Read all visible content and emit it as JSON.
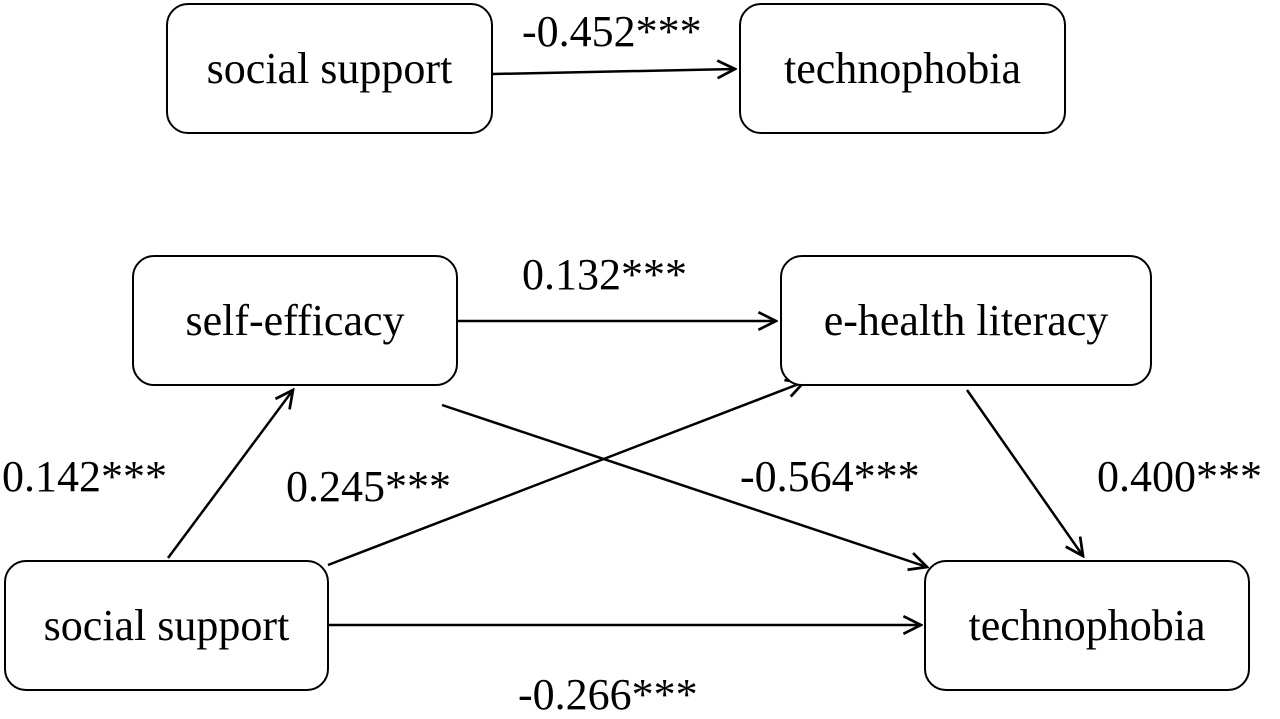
{
  "top_model": {
    "nodes": {
      "social_support": "social support",
      "technophobia": "technophobia"
    },
    "paths": [
      {
        "from": "social support",
        "to": "technophobia",
        "coefficient": "-0.452***"
      }
    ]
  },
  "mediation_model": {
    "nodes": {
      "self_efficacy": "self-efficacy",
      "e_health_literacy": "e-health literacy",
      "social_support": "social support",
      "technophobia": "technophobia"
    },
    "paths": [
      {
        "from": "self-efficacy",
        "to": "e-health literacy",
        "coefficient": "0.132***"
      },
      {
        "from": "social support",
        "to": "self-efficacy",
        "coefficient": "0.142***"
      },
      {
        "from": "social support",
        "to": "e-health literacy",
        "coefficient": "0.245***"
      },
      {
        "from": "self-efficacy",
        "to": "technophobia",
        "coefficient": "-0.564***"
      },
      {
        "from": "e-health literacy",
        "to": "technophobia",
        "coefficient": "0.400***"
      },
      {
        "from": "social support",
        "to": "technophobia",
        "coefficient": "-0.266***"
      }
    ]
  }
}
